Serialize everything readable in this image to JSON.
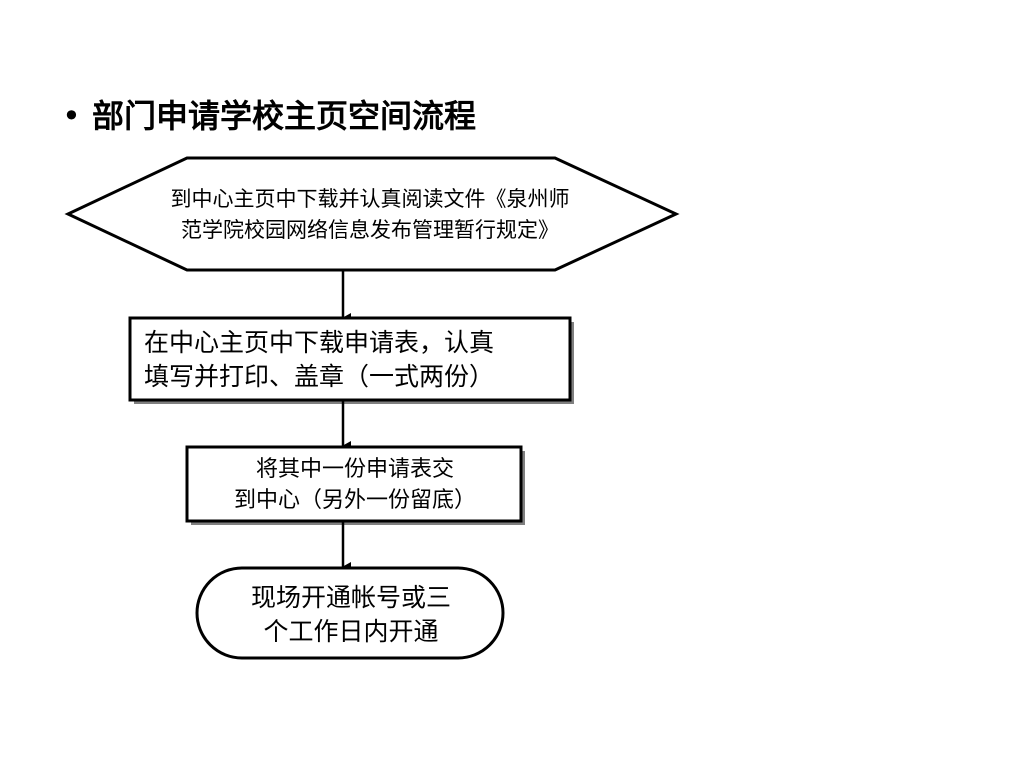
{
  "slide": {
    "bullet": "•",
    "title": "部门申请学校主页空间流程"
  },
  "flowchart": {
    "steps": [
      {
        "shape": "hexagon",
        "text": "到中心主页中下载并认真阅读文件《泉州师\n范学院校园网络信息发布管理暂行规定》"
      },
      {
        "shape": "rectangle",
        "text": "在中心主页中下载申请表，认真\n填写并打印、盖章（一式两份）"
      },
      {
        "shape": "rectangle",
        "text": "将其中一份申请表交\n到中心（另外一份留底）"
      },
      {
        "shape": "rounded-rectangle",
        "text": "现场开通帐号或三\n个工作日内开通"
      }
    ]
  },
  "colors": {
    "stroke": "#000000",
    "shadow": "#808080",
    "fill": "#ffffff",
    "text": "#000000"
  }
}
